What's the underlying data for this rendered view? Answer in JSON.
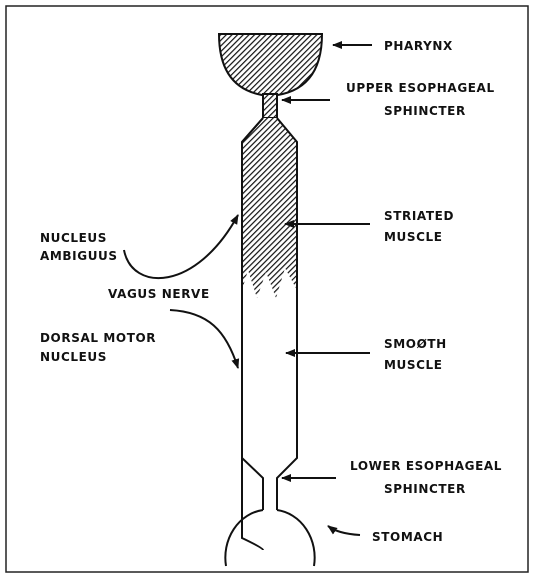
{
  "labels": {
    "pharynx": "PHARYNX",
    "ues_line1": "UPPER ESOPHAGEAL",
    "ues_line2": "SPHINCTER",
    "striated_line1": "STRIATED",
    "striated_line2": "MUSCLE",
    "nucleus_amb_line1": "NUCLEUS",
    "nucleus_amb_line2": "AMBIGUUS",
    "vagus": "VAGUS NERVE",
    "dorsal_line1": "DORSAL MOTOR",
    "dorsal_line2": "NUCLEUS",
    "smooth_line1": "SMOØTH",
    "smooth_line2": "MUSCLE",
    "les_line1": "LOWER ESOPHAGEAL",
    "les_line2": "SPHINCTER",
    "stomach": "STOMACH"
  },
  "colors": {
    "ink": "#111111",
    "frame": "#222222"
  }
}
